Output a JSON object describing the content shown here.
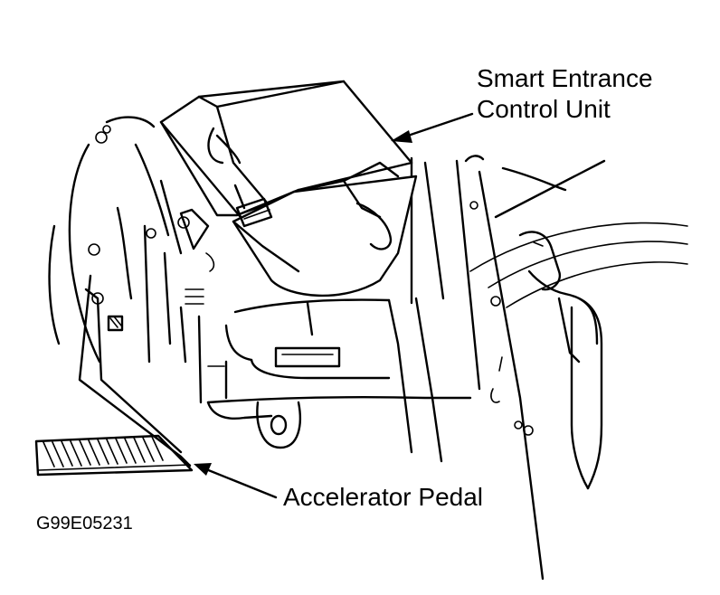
{
  "labels": {
    "smart_entrance_line1": "Smart Entrance",
    "smart_entrance_line2": "Control Unit",
    "accelerator_pedal": "Accelerator Pedal",
    "figure_code": "G99E05231"
  }
}
